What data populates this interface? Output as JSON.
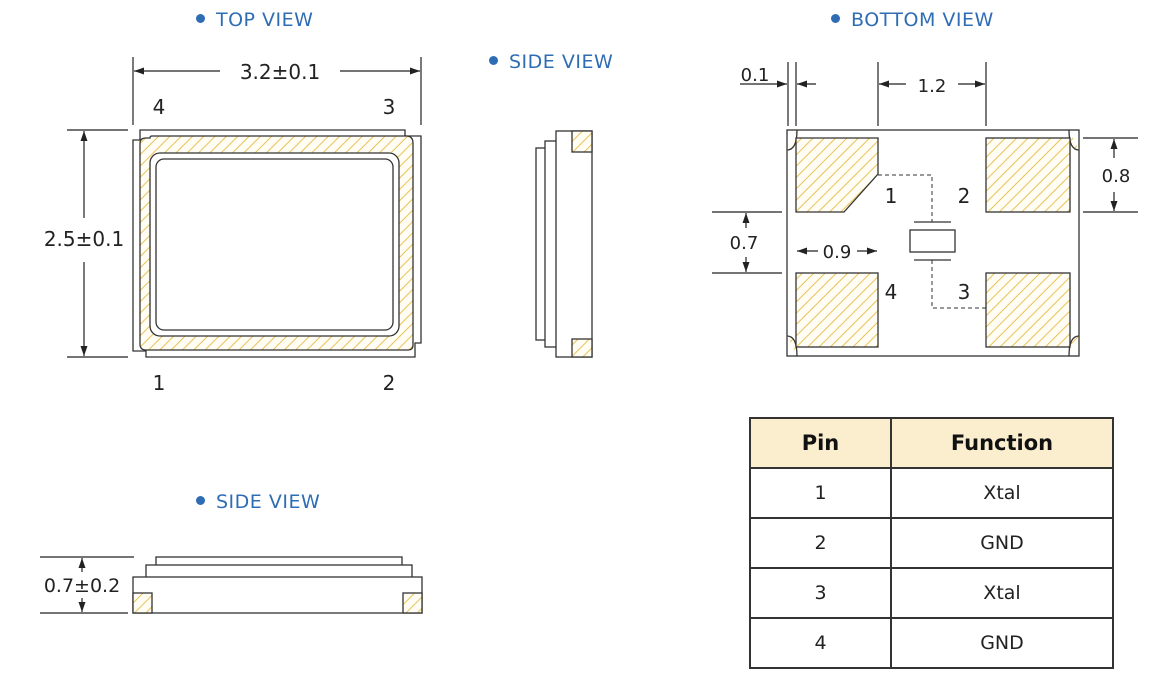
{
  "views": {
    "top": "TOP VIEW",
    "side_right": "SIDE VIEW",
    "bottom": "BOTTOM VIEW",
    "side_bottom": "SIDE VIEW"
  },
  "dimensions": {
    "top_width": "3.2±0.1",
    "top_height": "2.5±0.1",
    "bottom_edge": "0.1",
    "bottom_pad_spacing": "1.2",
    "bottom_pad_height": "0.8",
    "bottom_gap": "0.7",
    "bottom_pad_width": "0.9",
    "side_thickness": "0.7±0.2"
  },
  "top_pins": {
    "p1": "1",
    "p2": "2",
    "p3": "3",
    "p4": "4"
  },
  "bottom_pins": {
    "p1": "1",
    "p2": "2",
    "p3": "3",
    "p4": "4"
  },
  "table": {
    "headers": [
      "Pin",
      "Function"
    ],
    "rows": [
      [
        "1",
        "Xtal"
      ],
      [
        "2",
        "GND"
      ],
      [
        "3",
        "Xtal"
      ],
      [
        "4",
        "GND"
      ]
    ]
  },
  "colors": {
    "title": "#2e6db4",
    "pad_hatch": "#e8c25a",
    "header_fill": "#fbeecf"
  }
}
